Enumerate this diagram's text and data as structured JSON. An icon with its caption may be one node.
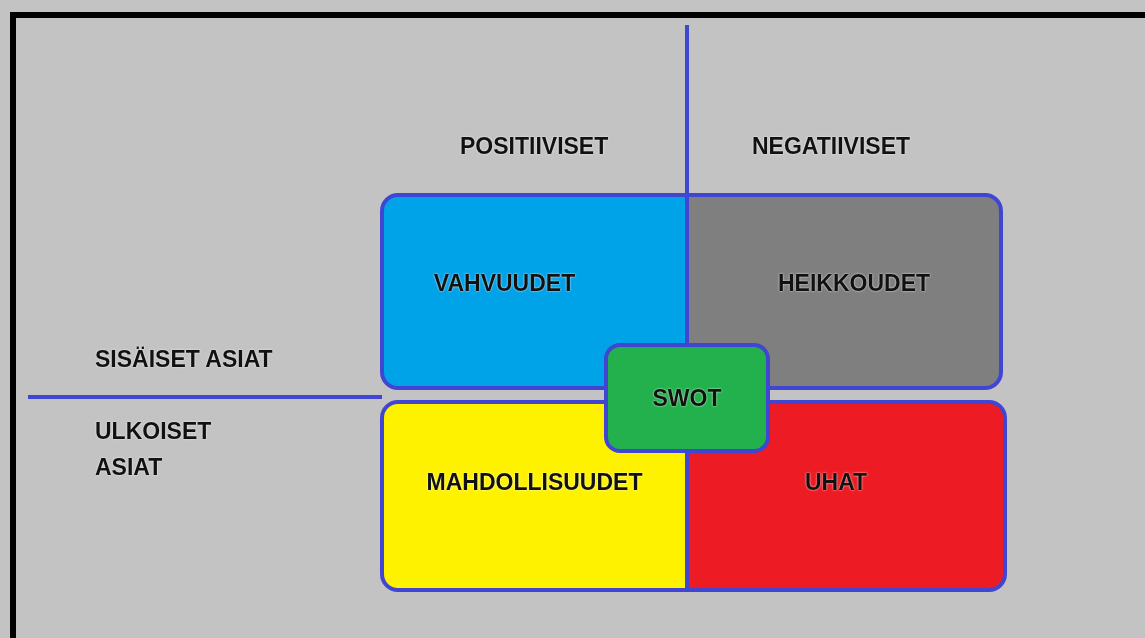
{
  "diagram": {
    "nodes": [
      {
        "text": [
          "VAHVUUDET"
        ]
      },
      {
        "text": [
          "HEIKKOUDET"
        ]
      },
      {
        "text": [
          "MAHDOLLISUUDET"
        ]
      },
      {
        "text": [
          "UHAT"
        ]
      },
      {
        "text": [
          "SWOT"
        ]
      }
    ],
    "labels": [
      "POSITIIVISET",
      "NEGATIIVISET",
      "SISÄISET ASIAT",
      "ULKOISET ASIAT"
    ]
  }
}
